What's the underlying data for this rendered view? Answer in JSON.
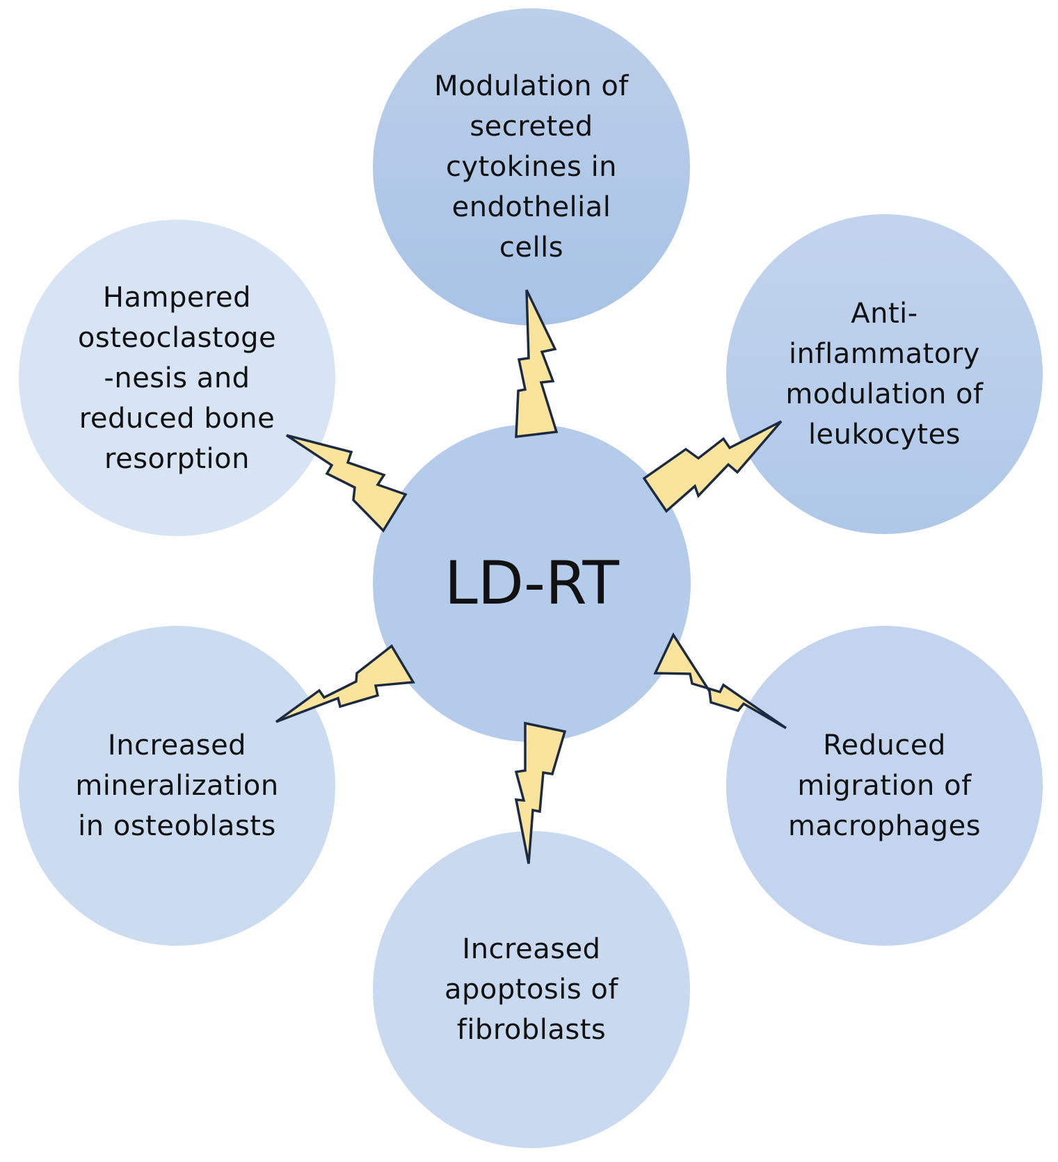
{
  "diagram": {
    "center": {
      "label": "LD-RT"
    },
    "effects": {
      "top": {
        "label": "Modulation of\nsecreted\ncytokines in\nendothelial\ncells"
      },
      "top_left": {
        "label": "Hampered\nosteoclastoge\n-nesis and\nreduced bone\nresorption"
      },
      "top_right": {
        "label": "Anti-\ninflammatory\nmodulation of\nleukocytes"
      },
      "bottom_left": {
        "label": "Increased\nmineralization\nin osteoblasts"
      },
      "bottom_right": {
        "label": "Reduced\nmigration of\nmacrophages"
      },
      "bottom": {
        "label": "Increased\napoptosis of\nfibroblasts"
      }
    },
    "colors": {
      "bolt_fill": "#fae39a",
      "bolt_stroke": "#1d2b42",
      "circle_center": "#b4cbea",
      "circle_light": "#d7e4f4"
    },
    "connector_icon": "lightning-bolt-icon"
  }
}
